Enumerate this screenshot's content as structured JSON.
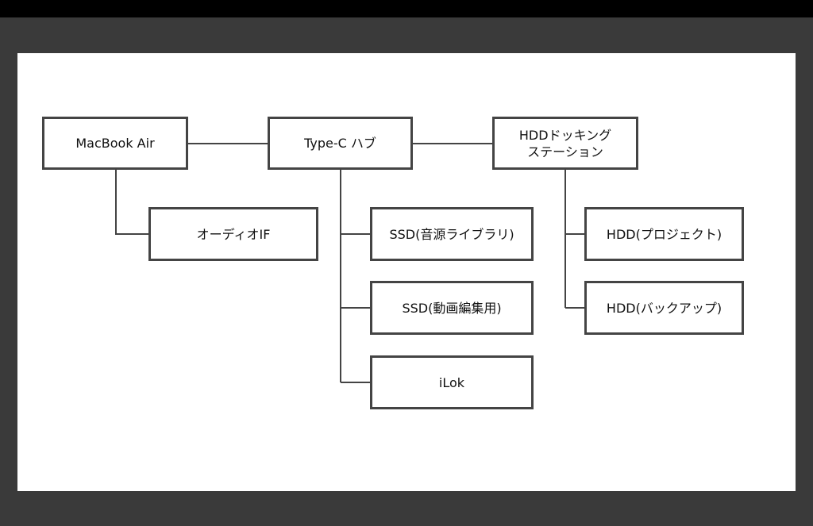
{
  "colors": {
    "frame_bar": "#000000",
    "frame": "#3a3a3a",
    "canvas": "#ffffff",
    "line": "#444444",
    "text": "#111111"
  },
  "nodes": {
    "macbook": "MacBook Air",
    "hub": "Type-C ハブ",
    "dock": "HDDドッキング\nステーション",
    "audio_if": "オーディオIF",
    "ssd_library": "SSD(音源ライブラリ)",
    "ssd_video": "SSD(動画編集用)",
    "ilok": "iLok",
    "hdd_project": "HDD(プロジェクト)",
    "hdd_backup": "HDD(バックアップ)"
  }
}
